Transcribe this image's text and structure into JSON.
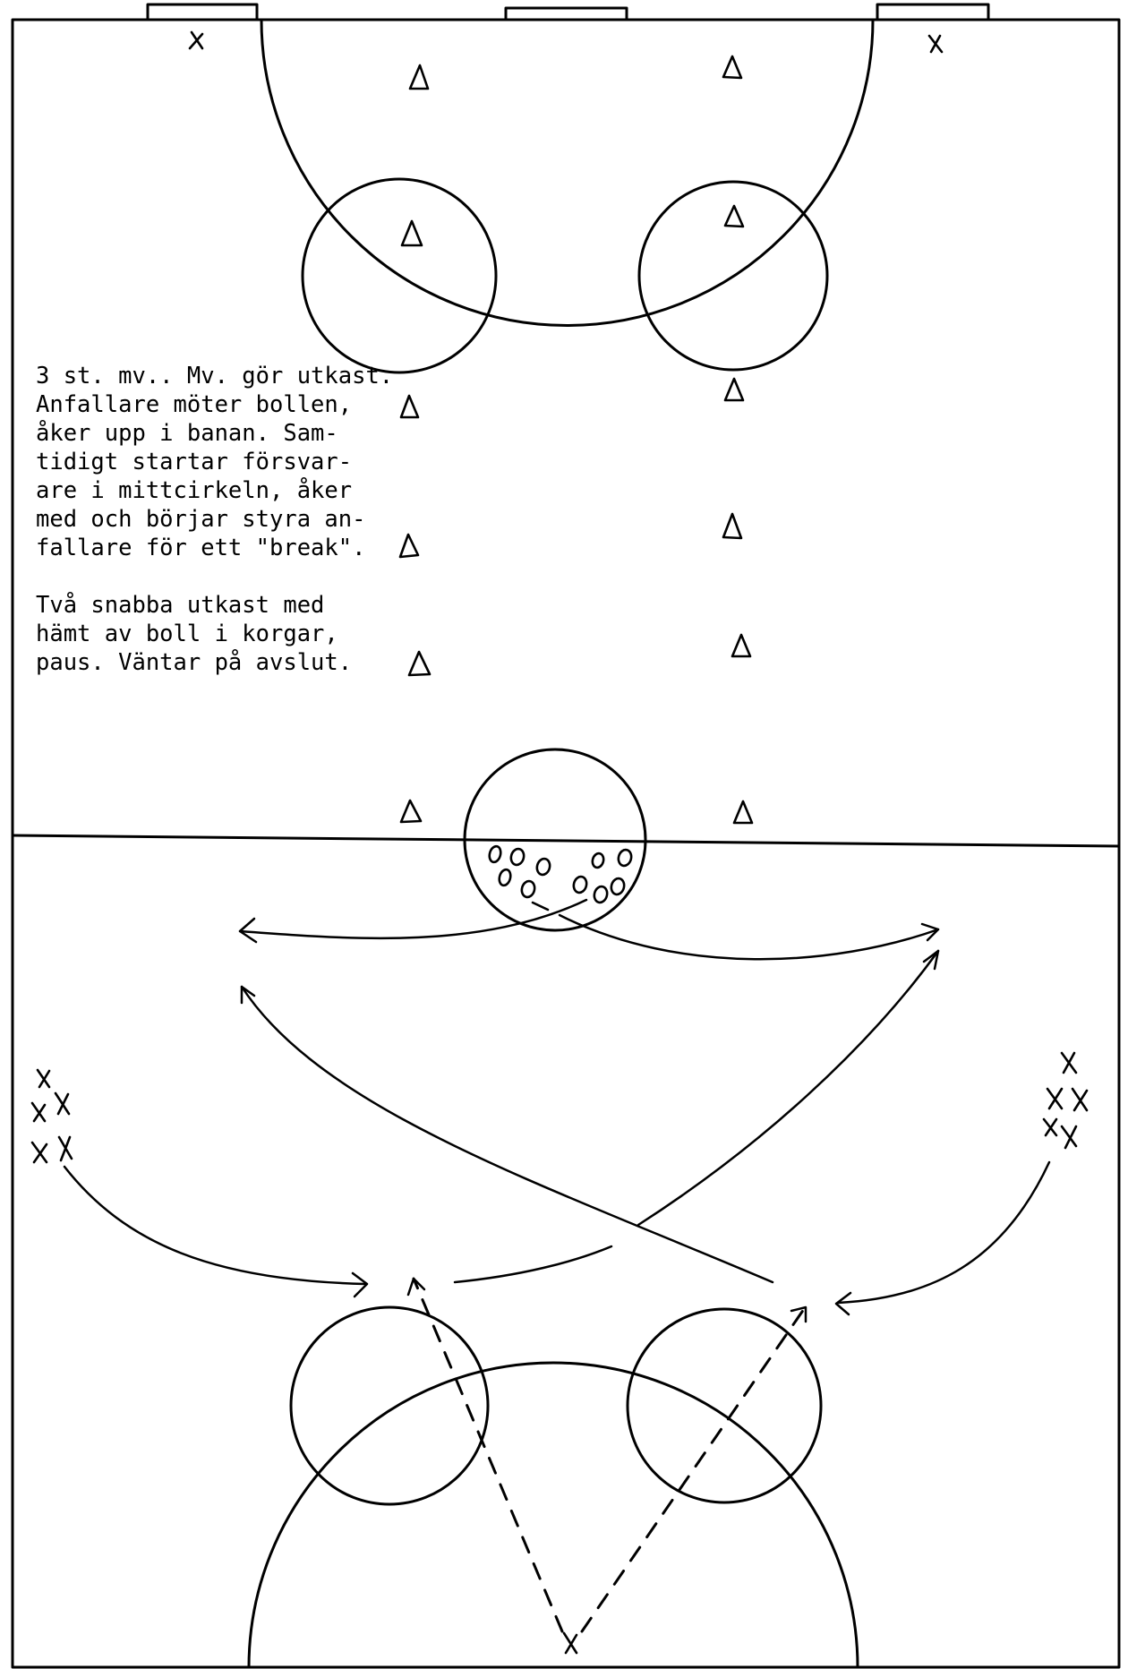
{
  "description_lines": [
    "3 st. mv.. Mv. gör utkast.",
    "Anfallare möter bollen,",
    "åker upp i banan. Sam-",
    "tidigt startar försvar-",
    "are i mittcirkeln, åker",
    "med och börjar styra an-",
    "fallare för ett \"break\"."
  ],
  "instruction_lines": [
    "Två snabba utkast med",
    "hämt av boll i korgar,",
    "paus. Väntar på avslut."
  ],
  "symbols": {
    "player": "x-mark-icon",
    "cone": "cone-icon",
    "ball": "ball-icon"
  }
}
